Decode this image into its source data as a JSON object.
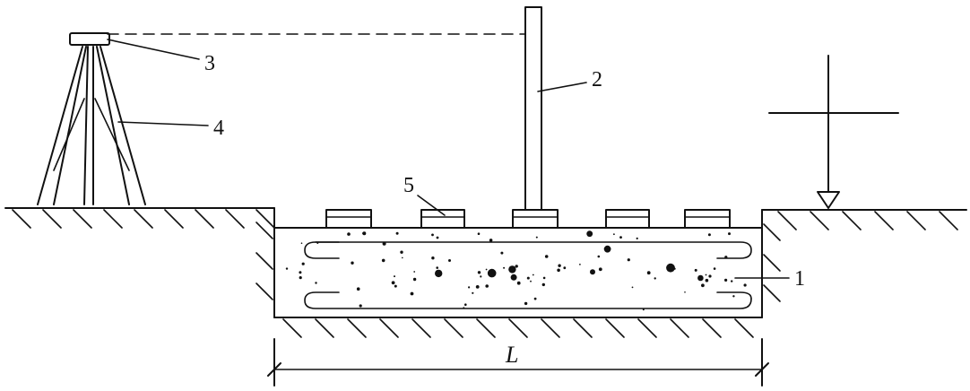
{
  "labels": {
    "beam": "1",
    "staff": "2",
    "level": "3",
    "tripod": "4",
    "block": "5",
    "length": "L"
  }
}
